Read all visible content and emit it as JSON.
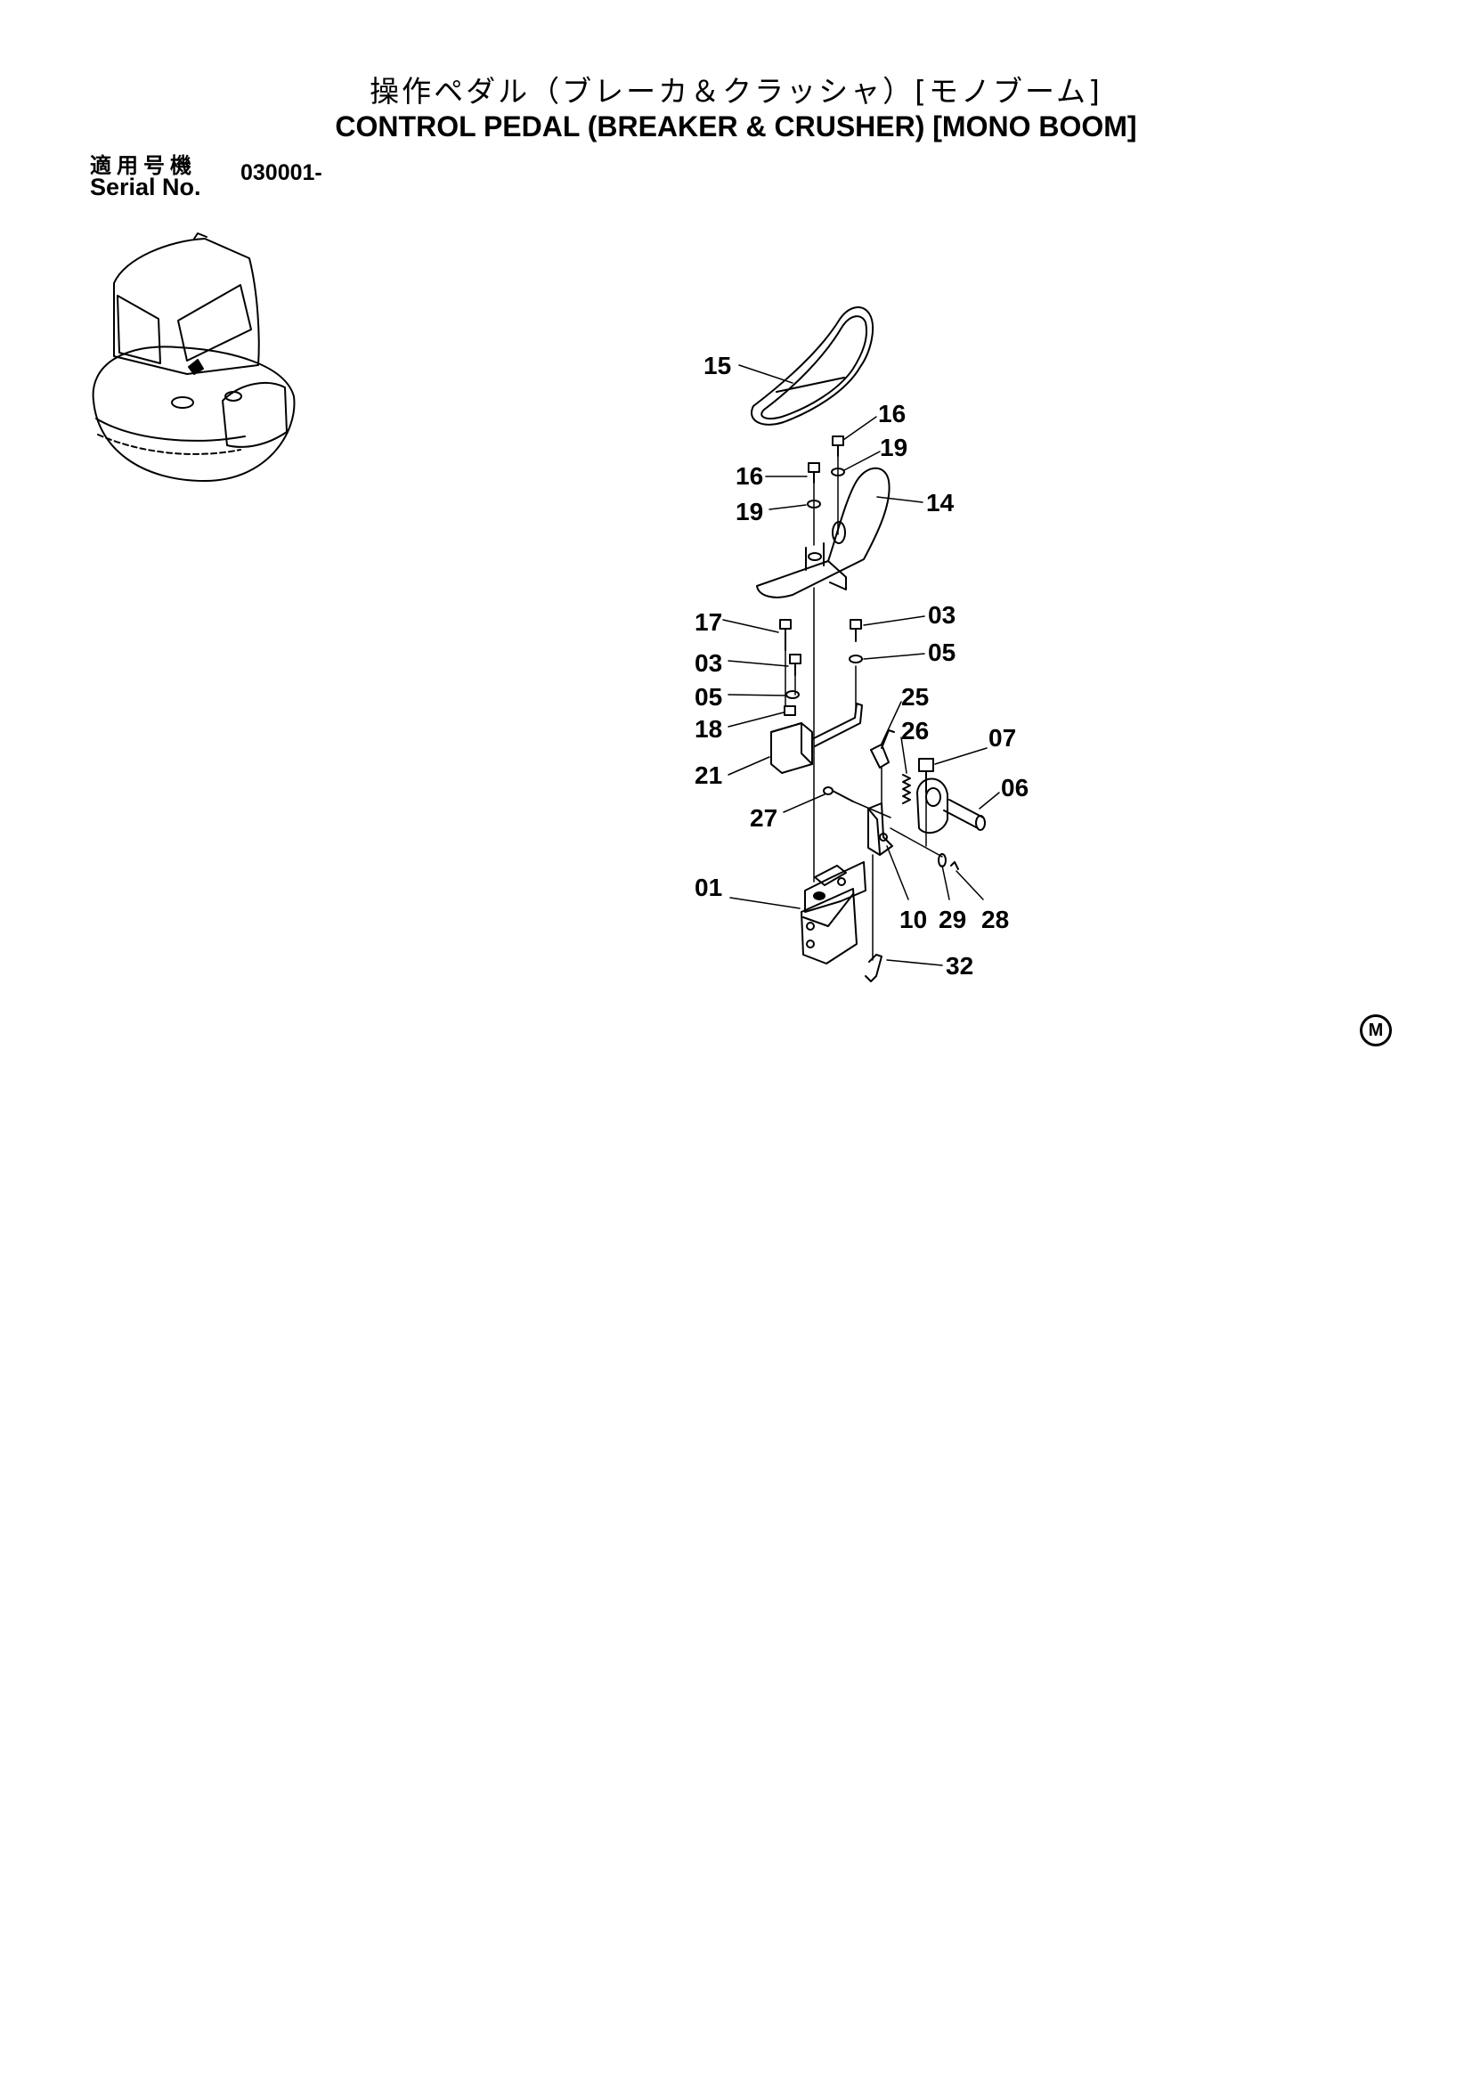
{
  "header": {
    "title_jp": "操作ペダル（ブレーカ＆クラッシャ）[モノブーム]",
    "title_en": "CONTROL PEDAL (BREAKER & CRUSHER) [MONO BOOM]"
  },
  "serial": {
    "label_jp": "適用号機",
    "label_en": "Serial No.",
    "value": "030001-"
  },
  "callouts": {
    "c15": "15",
    "c16a": "16",
    "c19a": "19",
    "c16b": "16",
    "c19b": "19",
    "c14": "14",
    "c17": "17",
    "c03a": "03",
    "c03b": "03",
    "c05a": "05",
    "c05b": "05",
    "c18": "18",
    "c25": "25",
    "c26": "26",
    "c21": "21",
    "c07": "07",
    "c06": "06",
    "c27": "27",
    "c01": "01",
    "c10": "10",
    "c29": "29",
    "c28": "28",
    "c32": "32"
  },
  "mark": "M"
}
